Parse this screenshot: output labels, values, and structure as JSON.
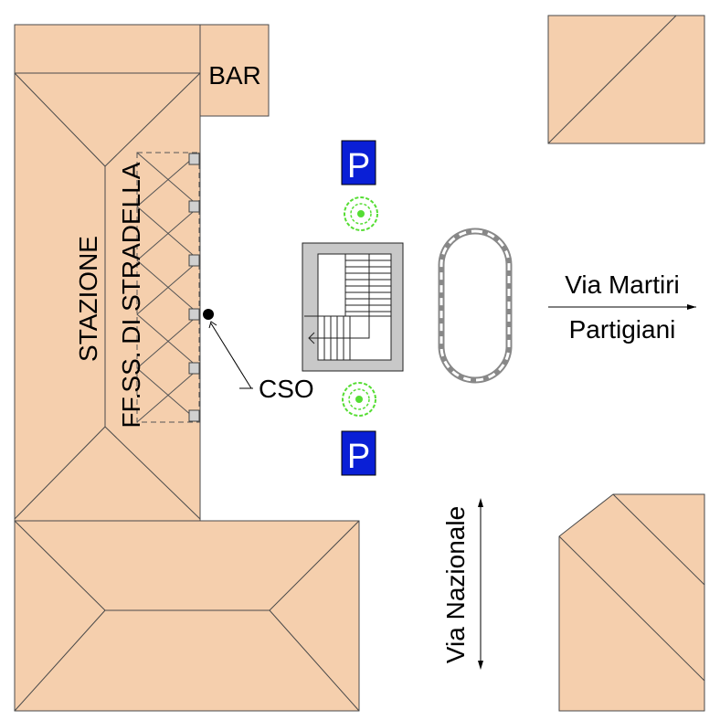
{
  "buildings": {
    "bar_label": "BAR",
    "station_line1": "STAZIONE",
    "station_line2": "FF.SS. DI STRADELLA"
  },
  "markers": {
    "cso_label": "CSO",
    "parking_label": "P"
  },
  "streets": {
    "martiri_line1": "Via Martiri",
    "martiri_line2": "Partigiani",
    "nazionale": "Via Nazionale"
  },
  "colors": {
    "building_fill": "#f5cfad",
    "parking_blue": "#0a1fd6",
    "tree_green": "#55dd33",
    "stair_fill": "#c8c8c8"
  },
  "icons": [
    "parking-icon",
    "tree-icon",
    "cso-marker-icon",
    "stairs-icon",
    "direction-arrow-icon"
  ]
}
